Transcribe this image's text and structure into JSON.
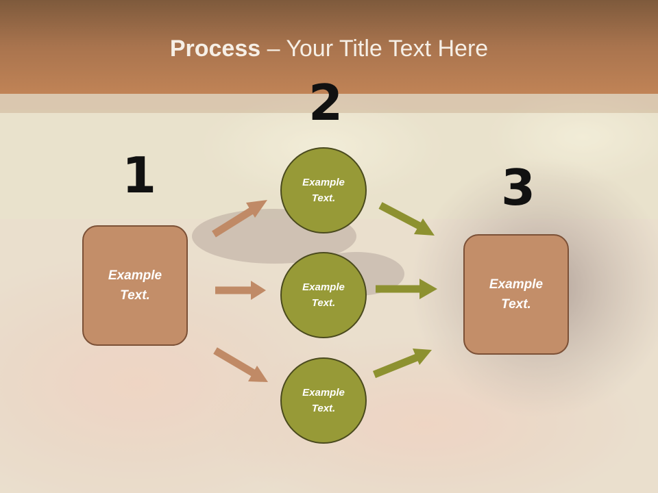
{
  "slide": {
    "title_bold": "Process",
    "title_rest": " – Your Title Text Here"
  },
  "steps": {
    "step1": {
      "number": "1",
      "text": "Example\nText."
    },
    "step2": {
      "number": "2",
      "circles": [
        {
          "text": "Example\nText."
        },
        {
          "text": "Example\nText."
        },
        {
          "text": "Example\nText."
        }
      ]
    },
    "step3": {
      "number": "3",
      "text": "Example\nText."
    }
  },
  "colors": {
    "header": "#a9744e",
    "box_fill": "#c38e69",
    "circle_fill": "#979a37",
    "arrow_brown": "#c08a66",
    "arrow_olive": "#8d9130"
  }
}
